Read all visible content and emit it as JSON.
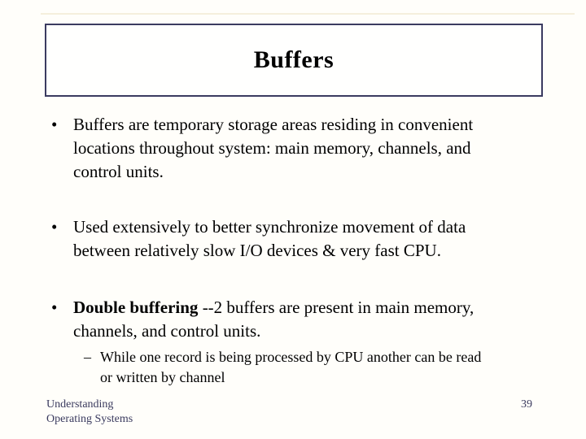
{
  "slide": {
    "title": "Buffers",
    "bullet_glyph": "•",
    "sub_bullet_glyph": "–",
    "bullets": [
      {
        "bold": "",
        "text": "Buffers are temporary storage areas residing in convenient\nlocations throughout system: main memory, channels, and\ncontrol units."
      },
      {
        "bold": "",
        "text": "Used extensively to better synchronize movement of data\nbetween relatively slow I/O devices & very fast CPU."
      },
      {
        "bold": "Double buffering",
        "text": " --2 buffers are present in main memory,\nchannels, and control units."
      }
    ],
    "sub_bullet": {
      "text": "While one record is being processed by CPU another can be read\nor written by channel"
    },
    "footer": {
      "line1": "Understanding",
      "line2": "Operating Systems",
      "page_number": "39"
    },
    "colors": {
      "background": "#fffefa",
      "title_box_border": "#3b3b60",
      "body_text": "#000000",
      "footer_text": "#3a3a5e",
      "accent_line": "#f5efdc"
    }
  }
}
